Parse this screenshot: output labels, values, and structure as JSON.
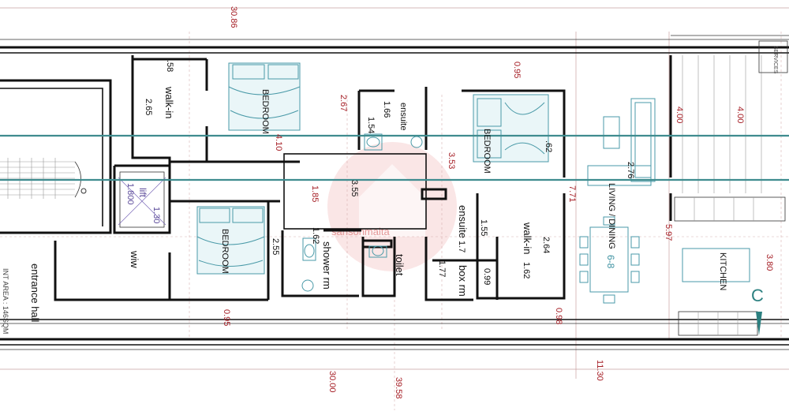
{
  "rooms": {
    "walk_in_top": "walk-in",
    "bedroom_top": "BEDROOM",
    "ensuite_top": "ensuite",
    "bedroom_right": "BEDROOM",
    "lift": "lift",
    "bedroom_bottom": "BEDROOM",
    "wiw": "wiw",
    "shower_rm": "shower rm",
    "toilet": "toilet",
    "ensuite_mid": "ensuite",
    "box_rm": "box rm",
    "walk_in_mid": "walk-in",
    "living_dining": "LIVING / DINING",
    "seats": "6-8",
    "kitchen": "KITCHEN",
    "entrance_hall": "entrance hall",
    "int_area": "INT AREA : 146SQM",
    "services": "SERVICES"
  },
  "dims_red": {
    "d3086": "30.86",
    "d095_top": "0.95",
    "d267": "2.67",
    "d410": "4.10",
    "d353": "3.53",
    "d400a": "4.00",
    "d400b": "4.00",
    "d185": "1.85",
    "d771": "7.71",
    "d597": "5.97",
    "d380": "3.80",
    "d095_bot": "0.95",
    "d098": "0.98",
    "d3000": "30.00",
    "d3958": "39.58",
    "d1130": "11.30"
  },
  "dims_black": {
    "d058": ".58",
    "d265": "2.65",
    "d166": "1.66",
    "d154": "1.54",
    "d355": "3.55",
    "d276": "2.76",
    "d155": "1.55",
    "d171": "1.7",
    "d264": "2.64",
    "d162": "1.62",
    "d099": "0.99",
    "d177": "1.77",
    "d255": "2.55",
    "d162b": "1.62",
    "d042": ".62"
  },
  "lift_dims": {
    "w": "1.800",
    "h": "1.30"
  },
  "watermark": "sansonmalta",
  "north": "C"
}
